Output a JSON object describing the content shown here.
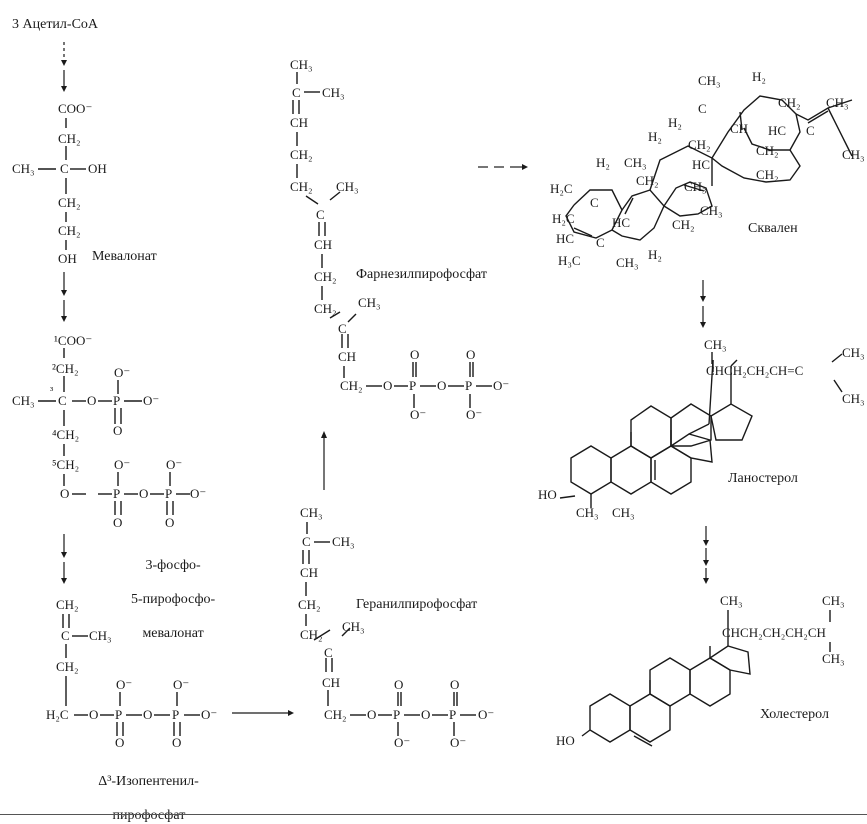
{
  "start": "3 Ацетил-CoA",
  "mevalonate": {
    "coo": "COO⁻",
    "ch2": "CH₂",
    "ch3": "CH₃",
    "c": "C",
    "oh_right": "OH",
    "oh": "OH",
    "name": "Мевалонат"
  },
  "phospho_mevalonate": {
    "c1": "¹COO⁻",
    "c2": "²CH₂",
    "c3": "³",
    "ch3": "CH₃",
    "c": "C",
    "o": "O",
    "p": "P",
    "o_minus": "O⁻",
    "c4": "⁴CH₂",
    "c5": "⁵CH₂",
    "name_lines": [
      "3-фосфо-",
      "5-пирофосфо-",
      "мевалонат"
    ]
  },
  "ipp": {
    "ch2": "CH₂",
    "c": "C",
    "ch3": "CH₃",
    "h2c": "H₂C",
    "o": "O",
    "p": "P",
    "o_minus": "O⁻",
    "name_lines": [
      "Δ³-Изопентенил-",
      "пирофосфат"
    ]
  },
  "geranyl": {
    "ch3": "CH₃",
    "c": "C",
    "ch": "CH",
    "ch2": "CH₂",
    "name": "Геранилпирофосфат"
  },
  "farnesyl": {
    "ch3": "CH₃",
    "c": "C",
    "ch": "CH",
    "ch2": "CH₂",
    "name": "Фарнезилпирофосфат"
  },
  "squalene": {
    "name": "Сквален",
    "ch3": "CH₃",
    "h2": "H₂",
    "ch2": "CH₂",
    "hc": "HC",
    "ch": "CH",
    "h2c": "H₂C",
    "h3c": "H₃C",
    "c": "C"
  },
  "lanosterol": {
    "name": "Ланостерол",
    "side_chain": "CHCH₂CH₂CH=C",
    "ch3": "CH₃",
    "ho": "HO"
  },
  "cholesterol": {
    "name": "Холестерол",
    "side_chain": "CHCH₂CH₂CH₂CH",
    "ch3": "CH₃",
    "ho": "HO"
  },
  "dashes": "— — —"
}
